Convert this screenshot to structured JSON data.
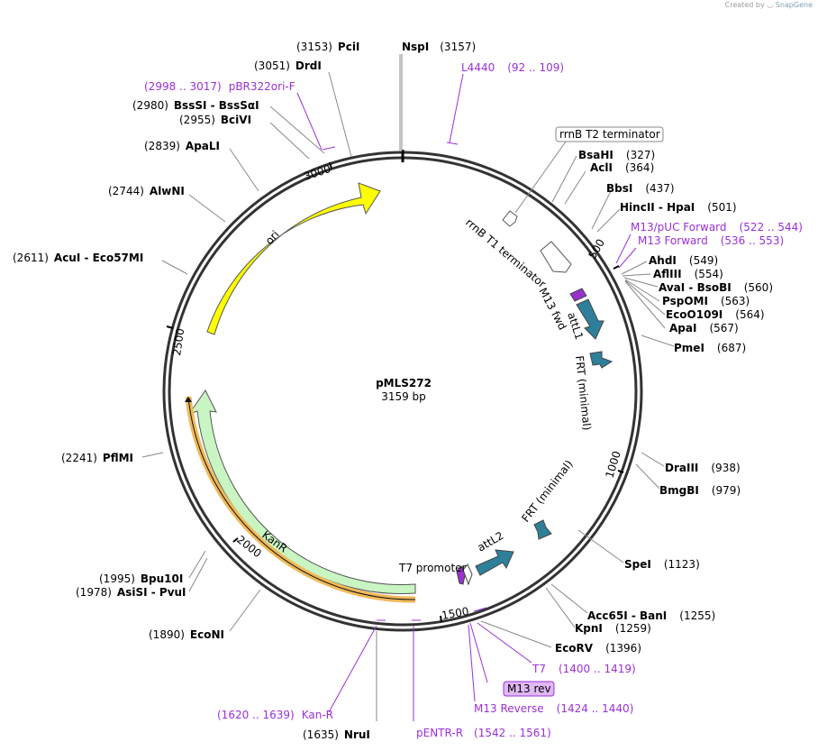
{
  "credit": {
    "prefix": "Created by",
    "brand": "SnapGene"
  },
  "plasmid": {
    "name": "pMLS272",
    "length_label": "3159 bp"
  },
  "ticks": [
    "500",
    "1000",
    "1500",
    "2000",
    "2500",
    "3000"
  ],
  "features": [
    {
      "id": "ori",
      "label": "ori",
      "color": "#ffff00"
    },
    {
      "id": "kanr",
      "label": "KanR",
      "color": "#c8f5c2"
    },
    {
      "id": "rrnb-t1",
      "label": "rrnB T1 terminator",
      "color": "#ffffff"
    },
    {
      "id": "rrnb-t2",
      "label": "rrnB T2 terminator",
      "color": "#ffffff"
    },
    {
      "id": "m13fwd",
      "label": "M13 fwd",
      "color": "#9932cc"
    },
    {
      "id": "attl1",
      "label": "attL1",
      "color": "#2e7f9a"
    },
    {
      "id": "frt1",
      "label": "FRT (minimal)",
      "color": "#2e7f9a"
    },
    {
      "id": "frt2",
      "label": "FRT (minimal)",
      "color": "#2e7f9a"
    },
    {
      "id": "attl2",
      "label": "attL2",
      "color": "#2e7f9a"
    },
    {
      "id": "t7prom",
      "label": "T7 promoter",
      "color": "#ffffff"
    }
  ],
  "sites": [
    {
      "id": "pcii",
      "name": "PciI",
      "pos": "(3153)"
    },
    {
      "id": "nspi",
      "name": "NspI",
      "pos": "(3157)"
    },
    {
      "id": "drdi",
      "name": "DrdI",
      "pos": "(3051)"
    },
    {
      "id": "bsssi",
      "name": "BssSI  -  BssSαI",
      "pos": "(2980)"
    },
    {
      "id": "bcivi",
      "name": "BciVI",
      "pos": "(2955)"
    },
    {
      "id": "apali",
      "name": "ApaLI",
      "pos": "(2839)"
    },
    {
      "id": "alwni",
      "name": "AlwNI",
      "pos": "(2744)"
    },
    {
      "id": "acui",
      "name": "AcuI  -  Eco57MI",
      "pos": "(2611)"
    },
    {
      "id": "pflmi",
      "name": "PflMI",
      "pos": "(2241)"
    },
    {
      "id": "bpu10i",
      "name": "Bpu10I",
      "pos": "(1995)"
    },
    {
      "id": "asisi",
      "name": "AsiSI  -  PvuI",
      "pos": "(1978)"
    },
    {
      "id": "econi",
      "name": "EcoNI",
      "pos": "(1890)"
    },
    {
      "id": "nrui",
      "name": "NruI",
      "pos": "(1635)"
    },
    {
      "id": "bsahi",
      "name": "BsaHI",
      "pos": "(327)"
    },
    {
      "id": "acli",
      "name": "AclI",
      "pos": "(364)"
    },
    {
      "id": "bbsi",
      "name": "BbsI",
      "pos": "(437)"
    },
    {
      "id": "hincii",
      "name": "HincII  -  HpaI",
      "pos": "(501)"
    },
    {
      "id": "ahdi",
      "name": "AhdI",
      "pos": "(549)"
    },
    {
      "id": "aflii",
      "name": "AflIII",
      "pos": "(554)"
    },
    {
      "id": "avai",
      "name": "AvaI  -  BsoBI",
      "pos": "(560)"
    },
    {
      "id": "pspomi",
      "name": "PspOMI",
      "pos": "(563)"
    },
    {
      "id": "ecoo109i",
      "name": "EcoO109I",
      "pos": "(564)"
    },
    {
      "id": "apai",
      "name": "ApaI",
      "pos": "(567)"
    },
    {
      "id": "pmei",
      "name": "PmeI",
      "pos": "(687)"
    },
    {
      "id": "draiii",
      "name": "DraIII",
      "pos": "(938)"
    },
    {
      "id": "bmgbi",
      "name": "BmgBI",
      "pos": "(979)"
    },
    {
      "id": "spei",
      "name": "SpeI",
      "pos": "(1123)"
    },
    {
      "id": "acc65i",
      "name": "Acc65I  -  BanI",
      "pos": "(1255)"
    },
    {
      "id": "kpni",
      "name": "KpnI",
      "pos": "(1259)"
    },
    {
      "id": "ecorv",
      "name": "EcoRV",
      "pos": "(1396)"
    }
  ],
  "primers": [
    {
      "id": "l4440",
      "name": "L4440",
      "range": "(92 .. 109)"
    },
    {
      "id": "pbr322",
      "name": "pBR322ori-F",
      "range": "(2998 .. 3017)"
    },
    {
      "id": "m13puc",
      "name": "M13/pUC Forward",
      "range": "(522 .. 544)"
    },
    {
      "id": "m13fwdp",
      "name": "M13 Forward",
      "range": "(536 .. 553)"
    },
    {
      "id": "t7",
      "name": "T7",
      "range": "(1400 .. 1419)"
    },
    {
      "id": "m13rev",
      "name": "M13 rev",
      "range": ""
    },
    {
      "id": "m13reverse",
      "name": "M13 Reverse",
      "range": "(1424 .. 1440)"
    },
    {
      "id": "kanrp",
      "name": "Kan-R",
      "range": "(1620 .. 1639)"
    },
    {
      "id": "pentr",
      "name": "pENTR-R",
      "range": "(1542 .. 1561)"
    }
  ],
  "colors": {
    "primer": "#9b30d9",
    "backbone": "#333333",
    "site_line": "#888888"
  }
}
